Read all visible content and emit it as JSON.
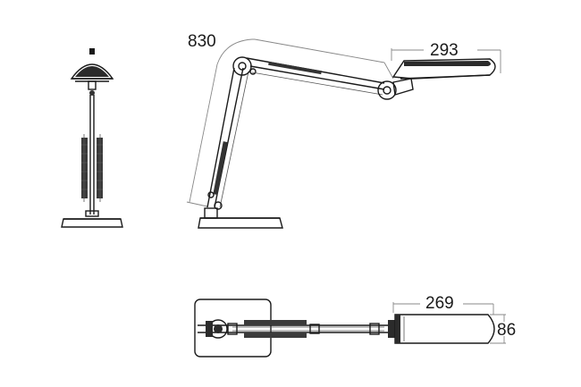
{
  "dimensions": {
    "height": "830",
    "shade_length_side": "293",
    "shade_length_top": "269",
    "shade_width_top": "86"
  }
}
